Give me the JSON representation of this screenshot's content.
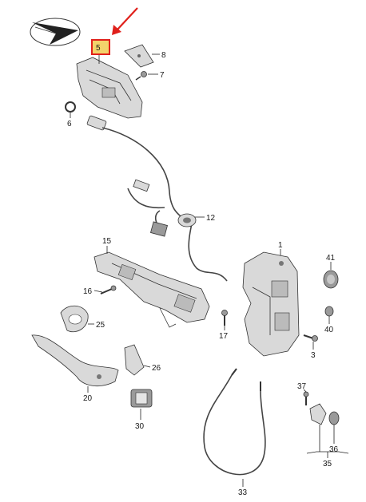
{
  "parts": [
    {
      "id": "p1",
      "label": "1"
    },
    {
      "id": "p3",
      "label": "3"
    },
    {
      "id": "p5",
      "label": "5",
      "highlighted": true
    },
    {
      "id": "p6",
      "label": "6"
    },
    {
      "id": "p7",
      "label": "7"
    },
    {
      "id": "p8",
      "label": "8"
    },
    {
      "id": "p12",
      "label": "12"
    },
    {
      "id": "p15",
      "label": "15"
    },
    {
      "id": "p16",
      "label": "16"
    },
    {
      "id": "p17",
      "label": "17"
    },
    {
      "id": "p20",
      "label": "20"
    },
    {
      "id": "p25",
      "label": "25"
    },
    {
      "id": "p26",
      "label": "26"
    },
    {
      "id": "p30",
      "label": "30"
    },
    {
      "id": "p33",
      "label": "33"
    },
    {
      "id": "p35",
      "label": "35"
    },
    {
      "id": "p36",
      "label": "36"
    },
    {
      "id": "p37",
      "label": "37"
    },
    {
      "id": "p40",
      "label": "40"
    },
    {
      "id": "p41",
      "label": "41"
    }
  ],
  "colors": {
    "highlight_box": "#e0201b",
    "highlight_fill": "#f3d36b",
    "arrow": "#e0201b",
    "part_outline_highlight": "#c9a23a"
  },
  "icons": {
    "logo": "compass-arrow-logo",
    "pointer": "red-arrow-pointer"
  }
}
